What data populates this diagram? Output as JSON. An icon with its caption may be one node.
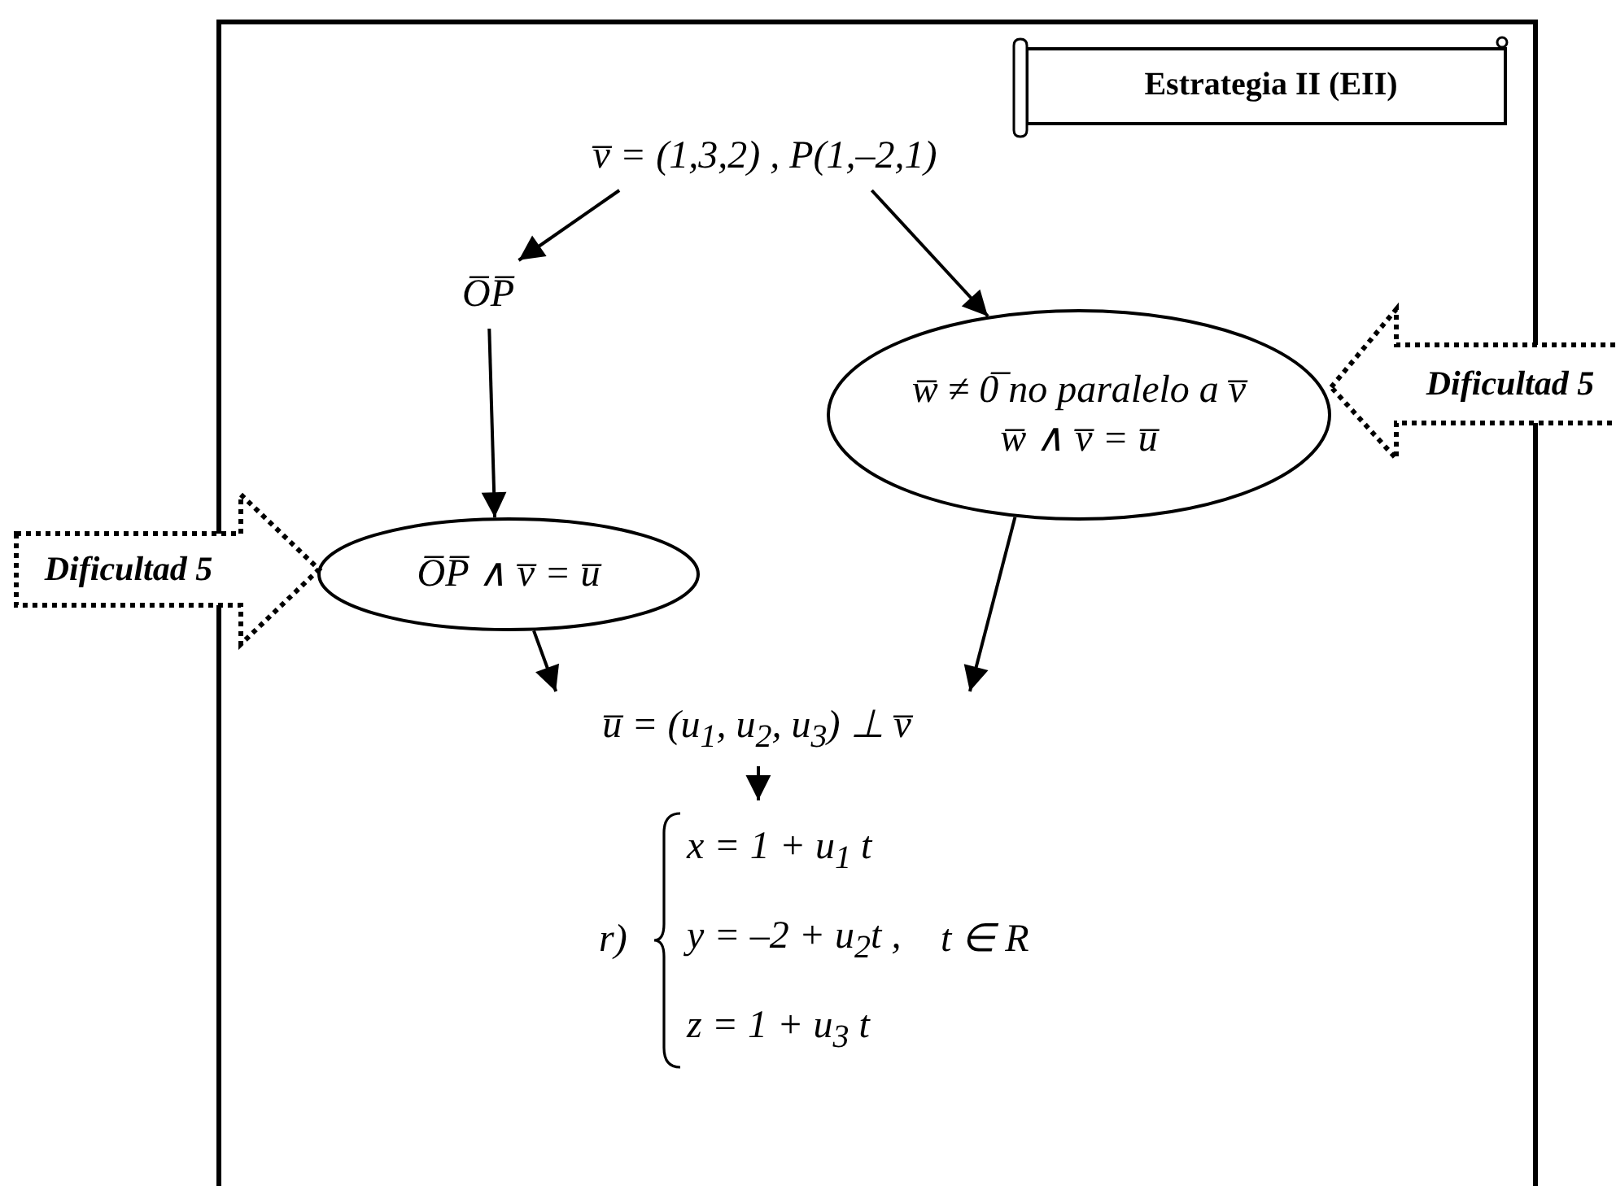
{
  "diagram": {
    "nodes": [
      {
        "text": [
          "Estrategia II (EII)"
        ]
      },
      {
        "text": [
          "v̅ = (1,3,2) ,  P(1,–2,1)"
        ]
      },
      {
        "text": [
          "O̅P̅"
        ]
      },
      {
        "text": [
          "w̅ ≠ 0̅  no paralelo a  v̅",
          "w̅ ∧ v̅ = u̅"
        ]
      },
      {
        "text": [
          "O̅P̅ ∧ v̅ = u̅"
        ]
      },
      {
        "text": [
          "u̅ = (u$_{1}$, u$_{2}$, u$_{3}$) ⊥ v̅"
        ]
      },
      {
        "text": [
          "r)",
          "x = 1 + u$_{1}$ t",
          "y = –2 + u$_{2}$t ,",
          "z = 1 + u$_{3}$ t",
          "t ∈ R"
        ]
      },
      {
        "text": [
          "Dificultad 5"
        ]
      },
      {
        "text": [
          "Dificultad 5"
        ]
      }
    ],
    "edges": [
      {
        "from": 1,
        "to": 2,
        "arrow": "to"
      },
      {
        "from": 1,
        "to": 3,
        "arrow": "to"
      },
      {
        "from": 2,
        "to": 4,
        "arrow": "to"
      },
      {
        "from": 4,
        "to": 5,
        "arrow": "to"
      },
      {
        "from": 3,
        "to": 5,
        "arrow": "to"
      },
      {
        "from": 5,
        "to": 6,
        "arrow": "to"
      }
    ]
  }
}
